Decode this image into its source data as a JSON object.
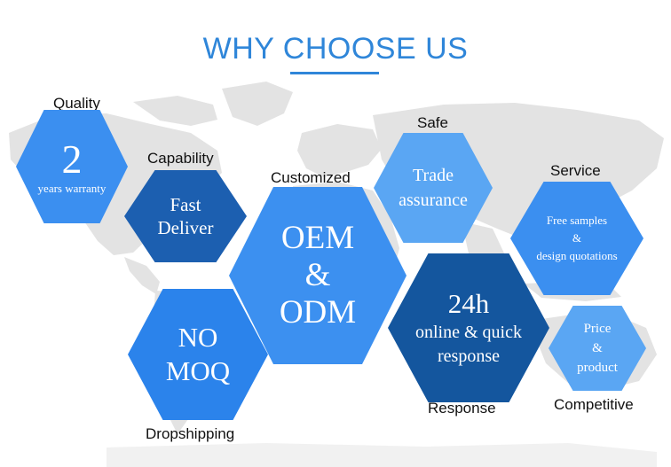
{
  "header": {
    "title": "WHY CHOOSE US"
  },
  "colors": {
    "accent": "#2f86d9",
    "hex_light": "#5aa6f3",
    "hex_mid": "#3b8ff0",
    "hex_dark": "#1c5fb0",
    "hex_darkest": "#14569e",
    "map_gray": "#e3e3e3"
  },
  "labels": {
    "quality": "Quality",
    "capability": "Capability",
    "customized": "Customized",
    "safe": "Safe",
    "service": "Service",
    "response": "Response",
    "competitive": "Competitive",
    "dropshipping": "Dropshipping"
  },
  "hexes": {
    "quality": {
      "line1": "2",
      "line2": "years warranty"
    },
    "capability": {
      "line1": "Fast",
      "line2": "Deliver"
    },
    "nomoq": {
      "line1": "NO",
      "line2": "MOQ"
    },
    "oem": {
      "line1": "OEM",
      "line2": "&",
      "line3": "ODM"
    },
    "safe": {
      "line1": "Trade",
      "line2": "assurance"
    },
    "h24": {
      "line1": "24h",
      "line2": "online & quick",
      "line3": "response"
    },
    "service": {
      "line1": "Free samples",
      "line2": "&",
      "line3": "design quotations"
    },
    "price": {
      "line1": "Price",
      "line2": "&",
      "line3": "product"
    }
  },
  "icons": {
    "background": "world-map-icon"
  }
}
